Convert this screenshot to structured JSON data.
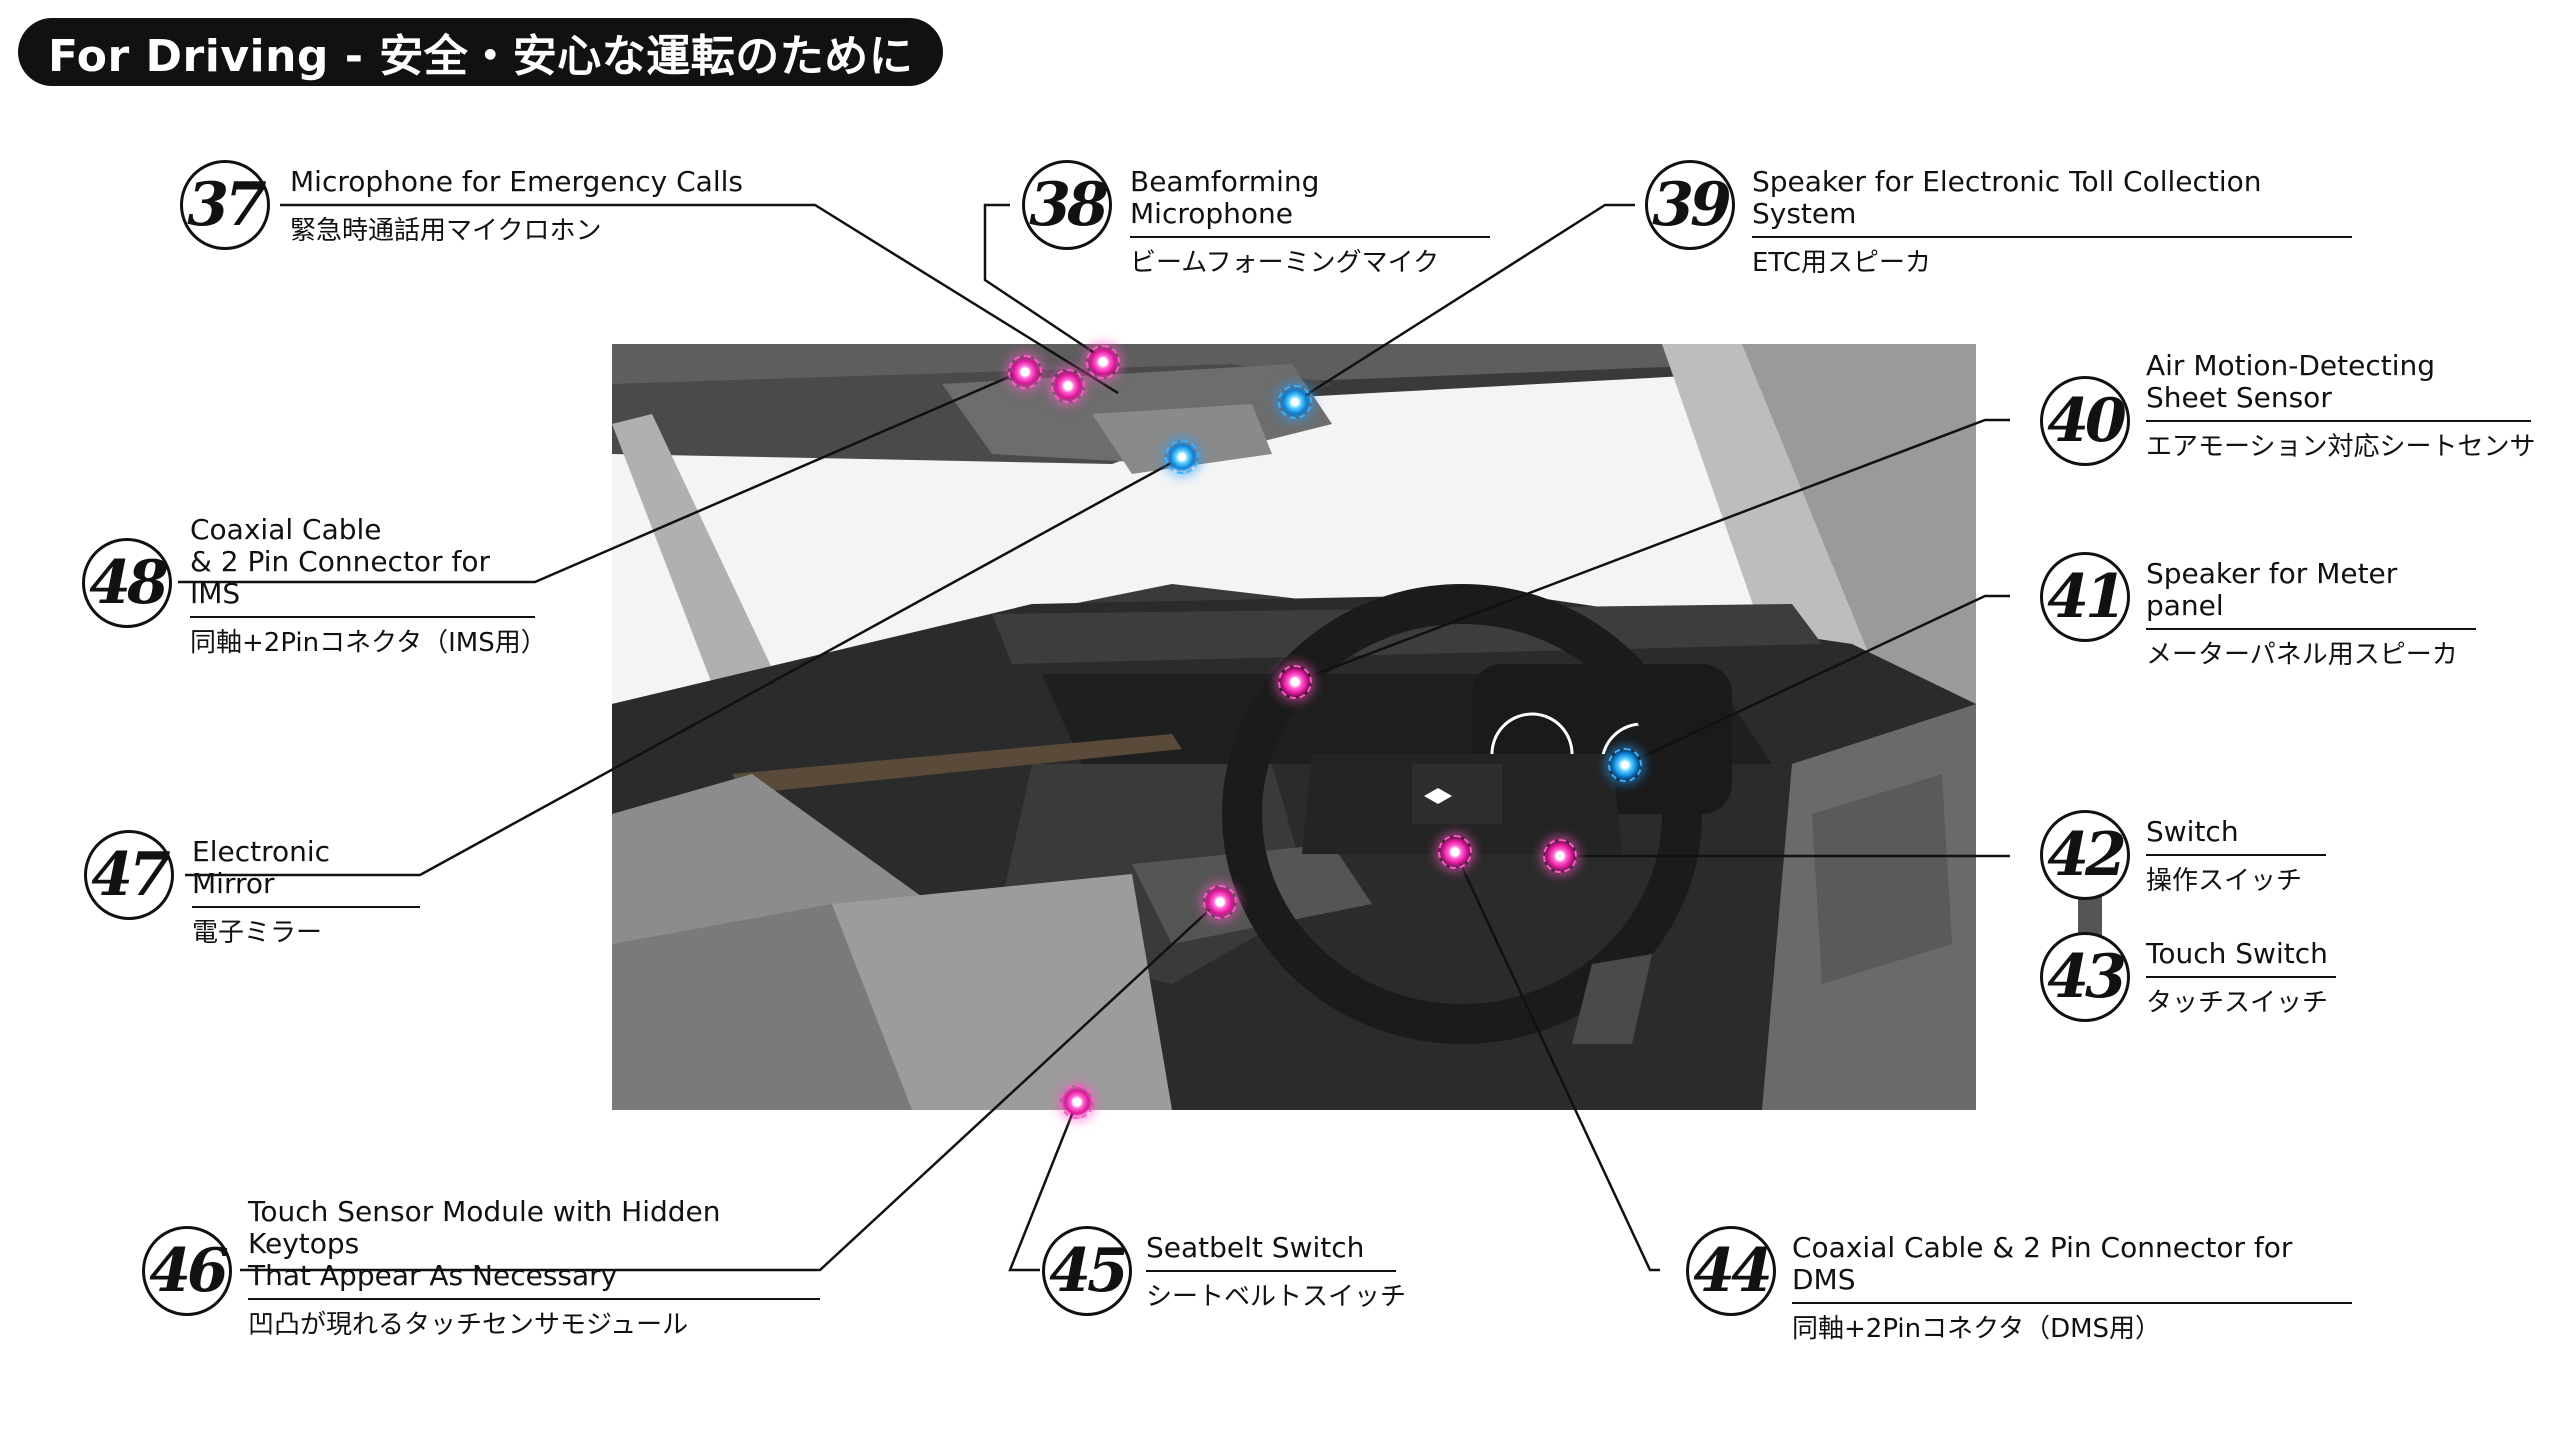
{
  "header": {
    "title": "For Driving - 安全・安心な運転のために"
  },
  "colors": {
    "pink_hotspot": "#e0139a",
    "blue_hotspot": "#0a7ed8",
    "header_bg": "#111111"
  },
  "callouts": [
    {
      "number": "37",
      "en": "Microphone for Emergency Calls",
      "ja": "緊急時通話用マイクロホン"
    },
    {
      "number": "38",
      "en": "Beamforming Microphone",
      "ja": "ビームフォーミングマイク"
    },
    {
      "number": "39",
      "en": "Speaker for Electronic Toll Collection System",
      "ja": "ETC用スピーカ"
    },
    {
      "number": "40",
      "en": "Air Motion-Detecting\nSheet Sensor",
      "ja": "エアモーション対応シートセンサ"
    },
    {
      "number": "41",
      "en": "Speaker for Meter panel",
      "ja": "メーターパネル用スピーカ"
    },
    {
      "number": "42",
      "en": "Switch",
      "ja": "操作スイッチ"
    },
    {
      "number": "43",
      "en": "Touch Switch",
      "ja": "タッチスイッチ"
    },
    {
      "number": "44",
      "en": "Coaxial Cable & 2 Pin Connector for DMS",
      "ja": "同軸+2Pinコネクタ（DMS用）"
    },
    {
      "number": "45",
      "en": "Seatbelt Switch",
      "ja": "シートベルトスイッチ"
    },
    {
      "number": "46",
      "en": "Touch Sensor Module with Hidden Keytops\nThat Appear As Necessary",
      "ja": "凹凸が現れるタッチセンサモジュール"
    },
    {
      "number": "47",
      "en": "Electronic Mirror",
      "ja": "電子ミラー"
    },
    {
      "number": "48",
      "en": "Coaxial Cable\n& 2 Pin Connector for IMS",
      "ja": "同軸+2Pinコネクタ（IMS用）"
    }
  ]
}
